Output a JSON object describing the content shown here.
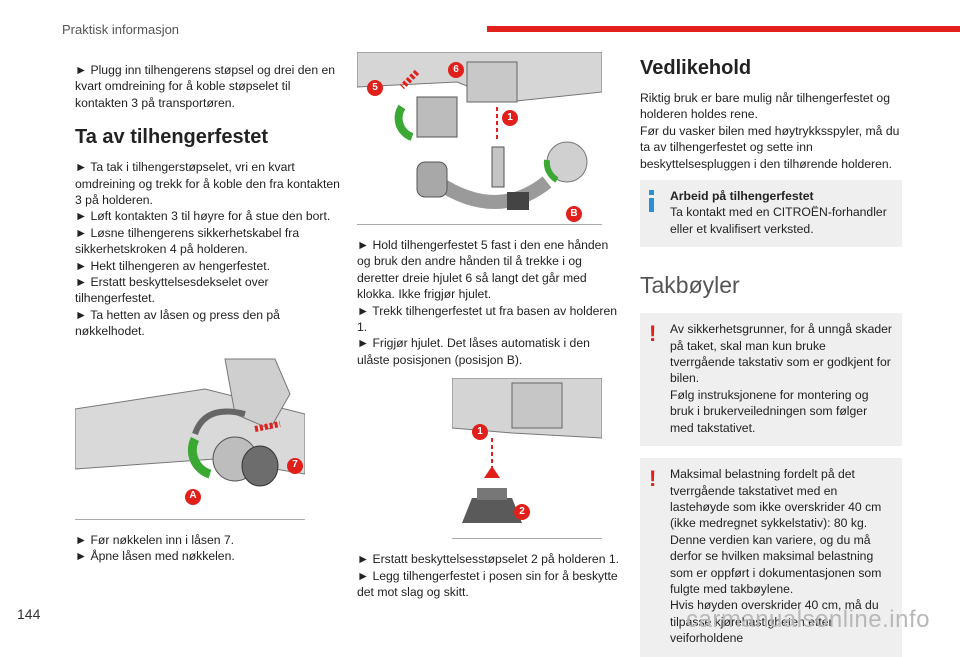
{
  "header": {
    "section": "Praktisk informasjon"
  },
  "page_number": "144",
  "watermark": "carmanualsonline.info",
  "col1": {
    "intro": "► Plugg inn tilhengerens støpsel og drei den en kvart omdreining for å koble støpselet til kontakten 3 på transportøren.",
    "heading": "Ta av tilhengerfestet",
    "steps": [
      "► Ta tak i tilhengerstøpselet, vri en kvart omdreining og trekk for å koble den fra kontakten 3 på holderen.",
      "► Løft kontakten 3 til høyre for å stue den bort.",
      "► Løsne tilhengerens sikkerhetskabel fra sikkerhetskroken 4 på holderen.",
      "► Hekt tilhengeren av hengerfestet.",
      "► Erstatt beskyttelsesdekselet over tilhengerfestet.",
      "► Ta hetten av låsen og press den på nøkkelhodet."
    ],
    "fig_labels": [
      "7",
      "A"
    ],
    "after": [
      "► Før nøkkelen inn i låsen 7.",
      "► Åpne låsen med nøkkelen."
    ]
  },
  "col2": {
    "fig1_labels": [
      "6",
      "5",
      "1",
      "B"
    ],
    "text1": [
      "► Hold tilhengerfestet 5 fast i den ene hånden og bruk den andre hånden til å trekke i og deretter dreie hjulet 6 så langt det går med klokka. Ikke frigjør hjulet.",
      "► Trekk tilhengerfestet ut fra basen av holderen 1.",
      "► Frigjør hjulet. Det låses automatisk i den ulåste posisjonen (posisjon B)."
    ],
    "fig2_labels": [
      "1",
      "2"
    ],
    "text2": [
      "► Erstatt beskyttelsesstøpselet 2 på holderen 1.",
      "► Legg tilhengerfestet i posen sin for å beskytte det mot slag og skitt."
    ]
  },
  "col3": {
    "heading": "Vedlikehold",
    "para": [
      "Riktig bruk er bare mulig når tilhengerfestet og holderen holdes rene.",
      "Før du vasker bilen med høytrykksspyler, må du ta av tilhengerfestet og sette inn beskyttelsespluggen i den tilhørende holderen."
    ],
    "info_title": "Arbeid på tilhengerfestet",
    "info_text": "Ta kontakt med en CITROËN-forhandler eller et kvalifisert verksted.",
    "heading2": "Takbøyler",
    "warn1": [
      "Av sikkerhetsgrunner, for å unngå skader på taket, skal man kun bruke tverrgående takstativ som er godkjent for bilen.",
      "Følg instruksjonene for montering og bruk i brukerveiledningen som følger med takstativet."
    ],
    "warn2": [
      "Maksimal belastning fordelt på det tverrgående takstativet med en lastehøyde som ikke overskrider 40 cm (ikke medregnet sykkelstativ): 80 kg.",
      "Denne verdien kan variere, og du må derfor se hvilken maksimal belastning som er oppført i dokumentasjonen som fulgte med takbøylene.",
      "Hvis høyden overskrider 40 cm, må du tilpasse kjørehastigheten etter veiforholdene"
    ]
  }
}
